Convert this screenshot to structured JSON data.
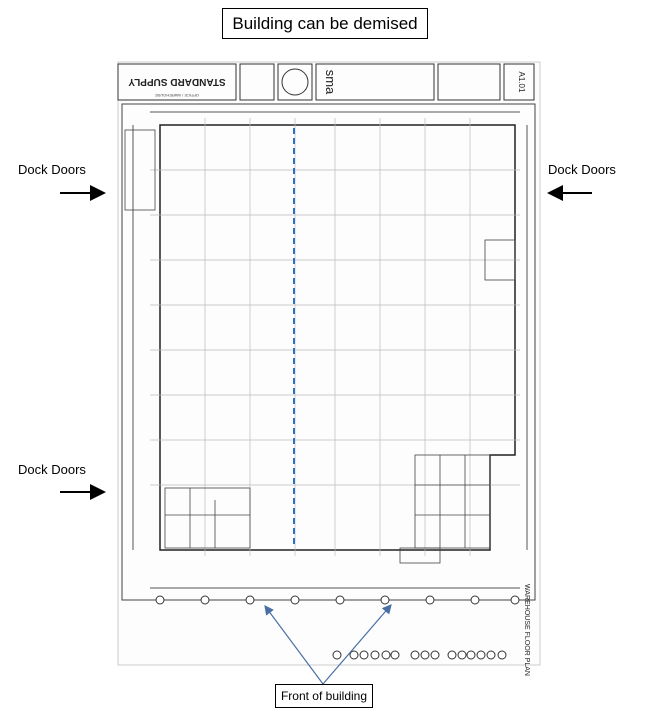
{
  "title": "Building can be demised",
  "annotations": {
    "dock_left_top": "Dock Doors",
    "dock_right_top": "Dock Doors",
    "dock_left_bottom": "Dock Doors",
    "front": "Front of building"
  },
  "plan": {
    "project_name": "STANDARD SUPPLY",
    "project_type": "OFFICE / WAREHOUSE",
    "architect": "sma",
    "sheet_number": "A1.01",
    "sheet_title": "WAREHOUSE FLOOR PLAN"
  },
  "colors": {
    "demise_line": "#2e6fc4",
    "arrow": "#4a6fa5"
  }
}
